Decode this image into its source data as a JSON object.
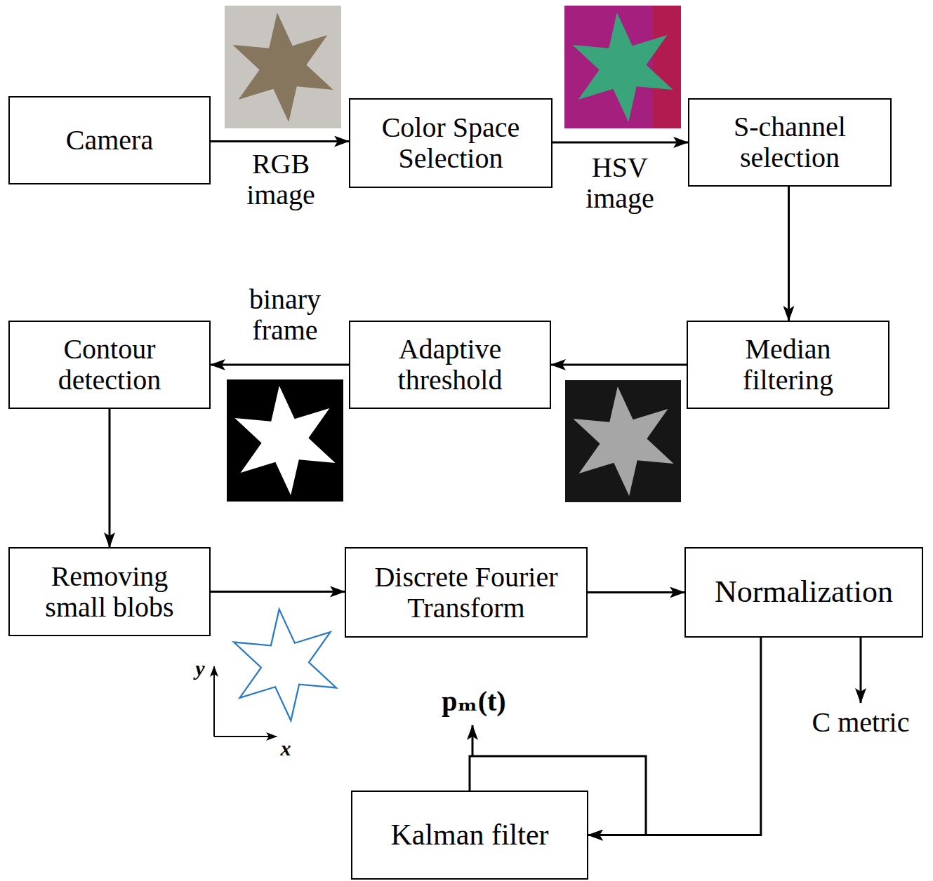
{
  "diagram": {
    "nodes": [
      {
        "text": [
          "Camera"
        ]
      },
      {
        "text": [
          "Color Space Selection"
        ]
      },
      {
        "text": [
          "S-channel selection"
        ]
      },
      {
        "text": [
          "Median filtering"
        ]
      },
      {
        "text": [
          "Adaptive threshold"
        ]
      },
      {
        "text": [
          "Contour detection"
        ]
      },
      {
        "text": [
          "Removing small blobs"
        ]
      },
      {
        "text": [
          "Discrete Fourier Transform"
        ]
      },
      {
        "text": [
          "Normalization"
        ]
      },
      {
        "text": [
          "Kalman filter"
        ]
      }
    ],
    "edges": [
      {
        "from": 0,
        "to": 1,
        "arrow": "to",
        "label": "RGB image"
      },
      {
        "from": 1,
        "to": 2,
        "arrow": "to",
        "label": "HSV image"
      },
      {
        "from": 2,
        "to": 3,
        "arrow": "to"
      },
      {
        "from": 3,
        "to": 4,
        "arrow": "to"
      },
      {
        "from": 4,
        "to": 5,
        "arrow": "to",
        "label": "binary frame"
      },
      {
        "from": 5,
        "to": 6,
        "arrow": "to"
      },
      {
        "from": 6,
        "to": 7,
        "arrow": "to"
      },
      {
        "from": 7,
        "to": 8,
        "arrow": "to"
      },
      {
        "from": 8,
        "to": 9,
        "arrow": "to"
      },
      {
        "from": 9,
        "to": 9,
        "arrow": "to"
      }
    ],
    "labels": [
      "y",
      "x",
      "pₘ(t)",
      "C metric"
    ]
  }
}
